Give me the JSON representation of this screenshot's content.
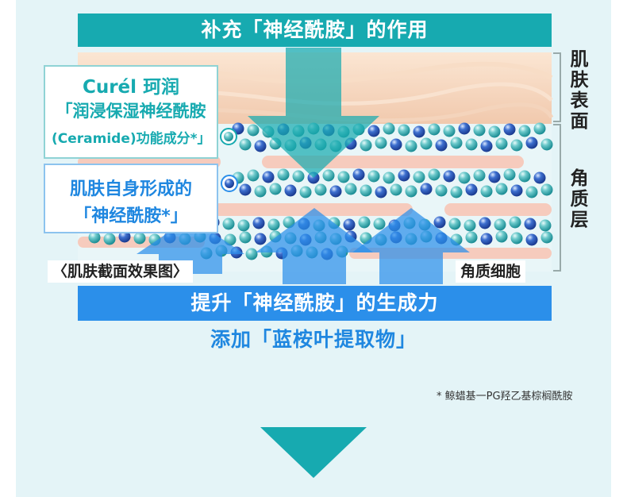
{
  "diagram": {
    "top_banner": "补充「神经酰胺」的作用",
    "curel_box": {
      "brand": "Curél 珂润",
      "line2": "「润浸保湿神经酰胺",
      "line3": "(Ceramide)功能成分*」"
    },
    "skin_box": {
      "line1": "肌肤自身形成的",
      "line2": "「神经酰胺*」"
    },
    "side_labels": {
      "surface": "肌肤表面",
      "stratum": "角质层"
    },
    "caption_left": "〈肌肤截面效果图〉",
    "caption_right": "角质细胞",
    "bottom_banner": "提升「神经酰胺」的生成力",
    "add_line": "添加「蓝桉叶提取物」",
    "footnote": "* 鲸蜡基一PG羟乙基棕榈酰胺"
  },
  "colors": {
    "teal": "#17aab0",
    "blue": "#2b8fea",
    "panel_bg": "#e4f4f7",
    "skin_surface": "#f7d9c2",
    "cell_pink": "#f6cbbd"
  },
  "icons": [
    "down-arrow-teal",
    "up-arrow-blue",
    "down-triangle"
  ]
}
